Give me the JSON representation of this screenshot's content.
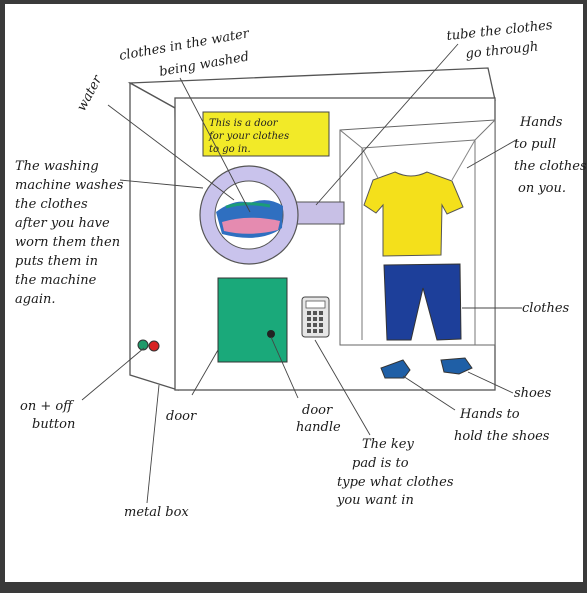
{
  "labels": {
    "water": "water",
    "clothes_washed_1": "clothes in the water",
    "clothes_washed_2": "being washed",
    "tube_1": "tube the clothes",
    "tube_2": "go through",
    "hands_1": "Hands",
    "hands_2": "to pull",
    "hands_3": "the clothes",
    "hands_4": "on you.",
    "machine_1": "The washing",
    "machine_2": "machine washes",
    "machine_3": "the clothes",
    "machine_4": "after you have",
    "machine_5": "worn them then",
    "machine_6": "puts them in",
    "machine_7": "the machine",
    "machine_8": "again.",
    "clothes": "clothes",
    "shoes": "shoes",
    "hands_shoes_1": "Hands to",
    "hands_shoes_2": "hold the shoes",
    "onoff_1": "on + off",
    "onoff_2": "button",
    "door": "door",
    "door_handle_1": "door",
    "door_handle_2": "handle",
    "keypad_1": "The key",
    "keypad_2": "pad is to",
    "keypad_3": "type what clothes",
    "keypad_4": "you want in",
    "metal_box": "metal box"
  },
  "sign": {
    "line1": "This is a door",
    "line2": "for your clothes",
    "line3": "to go in."
  },
  "colors": {
    "box_fill": "#ffffff",
    "sign_yellow": "#f2ea28",
    "drum_lilac": "#c9c3ec",
    "tube_lilac": "#c8c0e6",
    "door_green": "#1aa97a",
    "shirt_yellow": "#f4e01b",
    "trousers_blue": "#1d3f9a",
    "shoe_blue": "#1f5fa6",
    "water_blue": "#2f6fc0",
    "button_green": "#1f9a6a",
    "button_red": "#d82323"
  }
}
